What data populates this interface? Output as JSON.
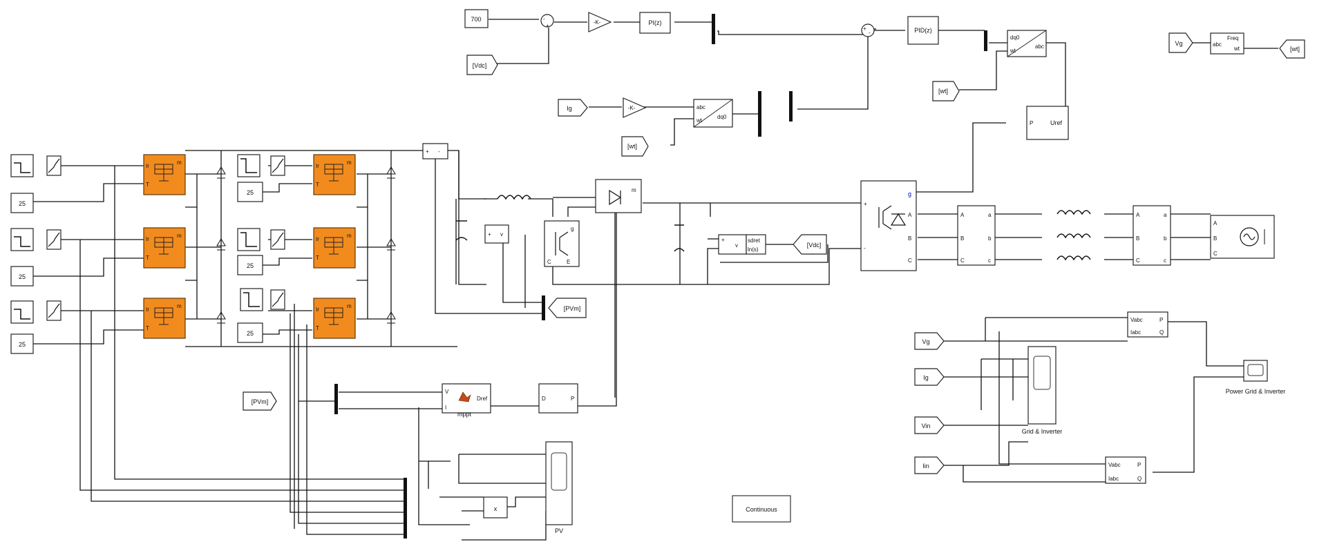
{
  "constants": {
    "c700": "700",
    "c25": "25"
  },
  "tags": {
    "vdc": "[Vdc]",
    "wt": "[wt]",
    "pvm": "[PVm]"
  },
  "inputs": {
    "ig": "Ig",
    "vg": "Vg",
    "vin": "Vin",
    "iin": "Iin"
  },
  "blocks": {
    "gain": "-K-",
    "pi": "PI(z)",
    "pid": "PID(z)",
    "abc": "abc",
    "dq0": "dq0",
    "freq": "Freq",
    "wt_port": "wt",
    "p_port": "P",
    "uref": "Uref",
    "m_port": "m",
    "ir_port": "Ir",
    "t_port": "T",
    "g_port": "g",
    "plus": "+",
    "minus": "-",
    "v_port": "v",
    "mppt_v": "V",
    "mppt_i": "I",
    "dref": "Dref",
    "mppt": "mppt",
    "d_port": "D",
    "p_out": "P",
    "mult": "x",
    "vabc": "Vabc",
    "iabc": "Iabc",
    "q_port": "Q",
    "ph_A": "A",
    "ph_B": "B",
    "ph_C": "C",
    "ph_a": "a",
    "ph_b": "b",
    "ph_c": "c",
    "e_port": "E",
    "c_port": "C",
    "sfn1": "sdret",
    "sfn2": "ln(s)"
  },
  "scopes": {
    "pv": "PV",
    "grid_inverter": "Grid & Inverter",
    "power": "Power Grid & Inverter"
  },
  "powergui": "Continuous",
  "colors": {
    "pv_panel": "#f28b1e",
    "powergui_text": "#0000c8"
  }
}
